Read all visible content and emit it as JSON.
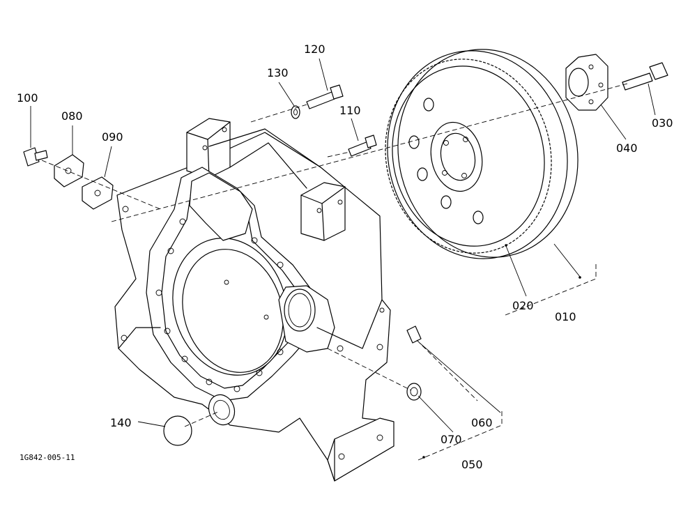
{
  "diagram": {
    "reference_code": "1G842-005-11",
    "part_labels": {
      "p010": "010",
      "p020": "020",
      "p030": "030",
      "p040": "040",
      "p050": "050",
      "p060": "060",
      "p070": "070",
      "p080": "080",
      "p090": "090",
      "p100": "100",
      "p110": "110",
      "p120": "120",
      "p130": "130",
      "p140": "140"
    }
  }
}
